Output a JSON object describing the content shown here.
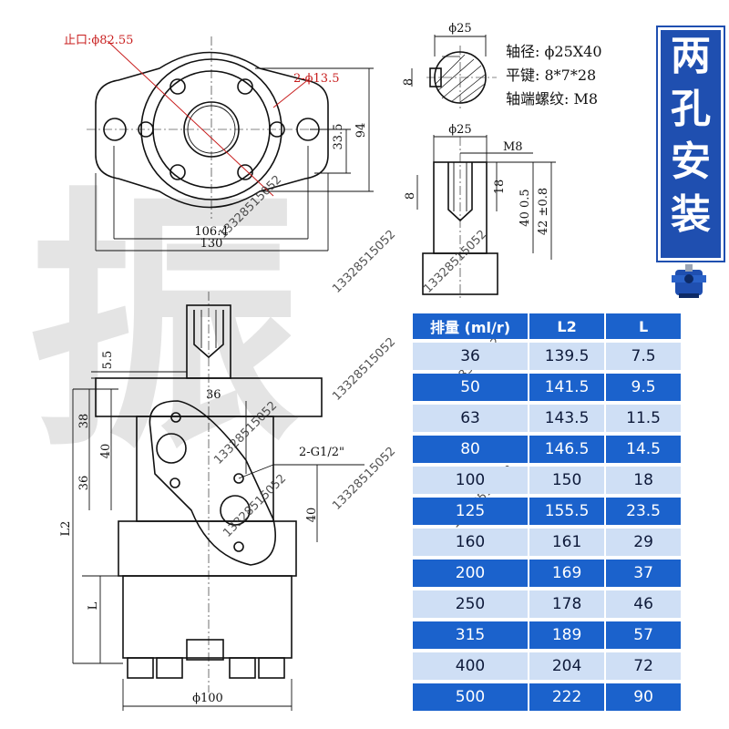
{
  "front_view": {
    "spigot_label": "止口:ϕ82.55",
    "holes_label": "2-ϕ13.5",
    "dim_33_5": "33.5",
    "dim_94": "94",
    "dim_106_4": "106.4",
    "dim_130": "130"
  },
  "shaft_section": {
    "dia_label": "ϕ25",
    "key_height": "8"
  },
  "shaft_side": {
    "dia_label": "ϕ25",
    "thread_label": "M8",
    "dim_8": "8",
    "dim_18": "18",
    "dim_40": "40 0.5",
    "dim_42": "42 ±0.8"
  },
  "specs": {
    "shaft_dia": "轴径: ϕ25X40",
    "flat_key": "平键: 8*7*28",
    "shaft_thread": "轴端螺纹: M8"
  },
  "badge": {
    "chars": [
      "两",
      "孔",
      "安",
      "装"
    ]
  },
  "side_view": {
    "dim_5_5": "5.5",
    "dim_38": "38",
    "dim_40": "40",
    "dim_36": "36",
    "dim_36_top": "36",
    "dim_40_right": "40",
    "port_label": "2-G1/2\"",
    "dim_L2": "L2",
    "dim_L": "L",
    "dim_phi100": "ϕ100"
  },
  "watermark": {
    "phone": "13328515052",
    "big": "振"
  },
  "table": {
    "headers": [
      "排量 (ml/r)",
      "L2",
      "L"
    ],
    "rows": [
      [
        "36",
        "139.5",
        "7.5"
      ],
      [
        "50",
        "141.5",
        "9.5"
      ],
      [
        "63",
        "143.5",
        "11.5"
      ],
      [
        "80",
        "146.5",
        "14.5"
      ],
      [
        "100",
        "150",
        "18"
      ],
      [
        "125",
        "155.5",
        "23.5"
      ],
      [
        "160",
        "161",
        "29"
      ],
      [
        "200",
        "169",
        "37"
      ],
      [
        "250",
        "178",
        "46"
      ],
      [
        "315",
        "189",
        "57"
      ],
      [
        "400",
        "204",
        "72"
      ],
      [
        "500",
        "222",
        "90"
      ]
    ]
  },
  "colors": {
    "accent_blue": "#1b62cc",
    "light_blue": "#cfdff5",
    "dim_red": "#c81e1e"
  }
}
